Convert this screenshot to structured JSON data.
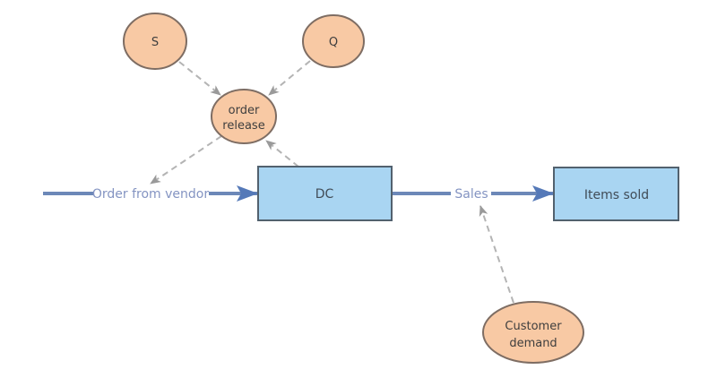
{
  "diagram": {
    "nodes": {
      "s": {
        "label": "S"
      },
      "q": {
        "label": "Q"
      },
      "order_release": {
        "line1": "order",
        "line2": "release"
      },
      "customer_demand": {
        "line1": "Customer",
        "line2": "demand"
      }
    },
    "stocks": {
      "dc": {
        "label": "DC"
      },
      "items_sold": {
        "label": "Items sold"
      }
    },
    "flows": {
      "order_from_vendor": {
        "label": "Order from vendor"
      },
      "sales": {
        "label": "Sales"
      }
    },
    "colors": {
      "background": "#FFFFFF",
      "variable_fill": "#F8C9A4",
      "variable_border": "#7E6D63",
      "variable_text": "#3E3E3E",
      "stock_fill": "#A9D5F2",
      "stock_border": "#52616E",
      "stock_text": "#414C57",
      "flow_line": "#6C88B8",
      "flow_arrow": "#5579B8",
      "flow_label_text": "#8494C2",
      "connector_line": "#B4B4B4",
      "connector_arrow": "#9A9A9A"
    }
  }
}
